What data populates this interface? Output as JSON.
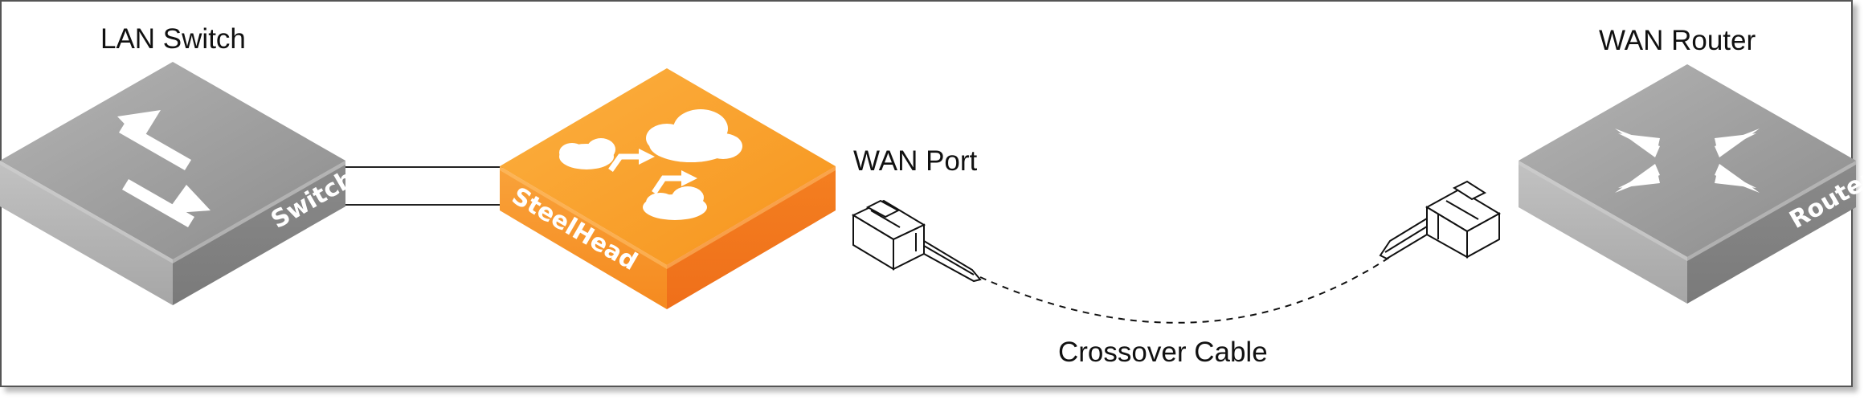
{
  "labels": {
    "lan_switch": "LAN Switch",
    "wan_router": "WAN Router",
    "wan_port": "WAN Port",
    "crossover_cable": "Crossover Cable"
  },
  "devices": {
    "switch": "Switch",
    "steelhead": "SteelHead",
    "router": "Router"
  },
  "colors": {
    "device_gray": "#9a9a9a",
    "steelhead_orange": "#f7931e"
  }
}
